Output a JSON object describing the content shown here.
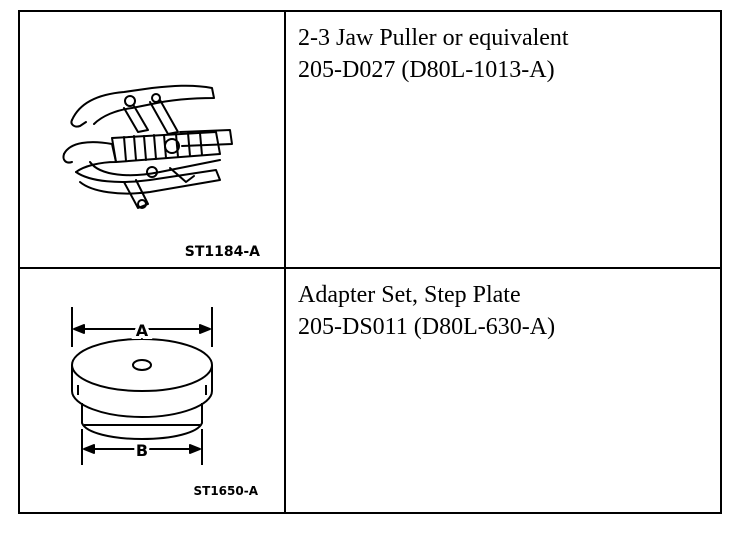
{
  "rows": [
    {
      "illustration_icon": "jaw-puller-icon",
      "illustration_code": "ST1184-A",
      "name": "2-3 Jaw Puller or equivalent",
      "part_number": "205-D027 (D80L-1013-A)"
    },
    {
      "illustration_icon": "step-plate-adapter-icon",
      "illustration_code": "ST1650-A",
      "dimension_labels": [
        "A",
        "B"
      ],
      "name": "Adapter Set, Step Plate",
      "part_number": "205-DS011 (D80L-630-A)"
    }
  ]
}
